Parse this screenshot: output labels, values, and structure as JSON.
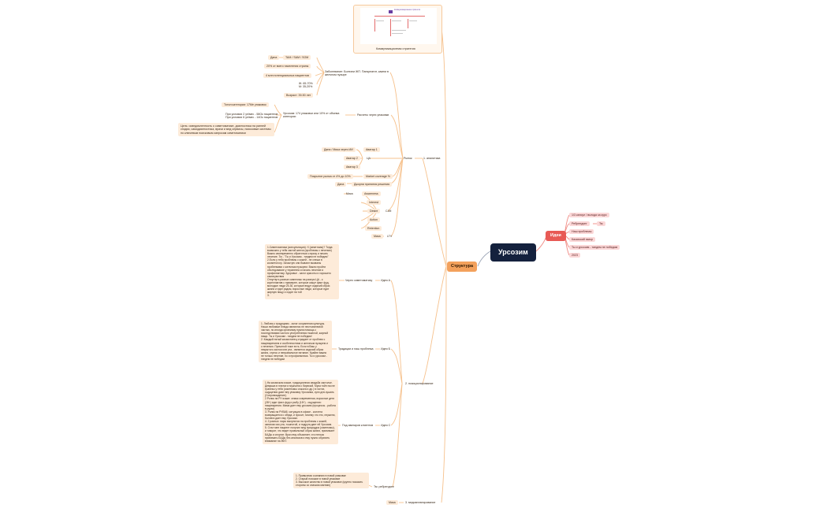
{
  "root": "Урсозим",
  "structure": "Структура",
  "ideas": {
    "label": "Идеи",
    "items": [
      "1/3 капсул / выгода за курс",
      "Ребрендинг",
      "Тм",
      "Наш проблемы",
      "Казахский юмор",
      "Ты и урсозим - тандем не победим",
      "2023"
    ]
  },
  "strategy": {
    "caption": "Коммуникационная стратегия",
    "thumb_title": "Коммуникационная стратегия"
  },
  "analytics": {
    "label": "1. аналитика",
    "market": "Рынок",
    "disease": "Заболевание: Болезни ЖП. Панкреатит, камни в желчном пузыре",
    "dana": "Дана",
    "tam": "TAM / SAM / SOM",
    "percent_pop": "20% от всего населения страны",
    "four_mln": "4 млн потенциальных пациентов",
    "gender": "Ж: 65-70%\nМ: 35-20%",
    "age": "Возраст: 39-50 лет",
    "calc": "Расчеты через упаковки",
    "total_cat": "Тотал категории: 17Ме упаковок",
    "ursozim_share": "Урсозим: 174 упаковки или 10% от объема категории",
    "patients": "При условии 2 уп/мес - 58Ок пациентов\nПри условии 6 уп/мес - 14Ок пациентов",
    "goals": "Цель: осведомленность о симптоматике, диагностика на ранней стадии, самодиагностика, врачи и мед сервисы, поисковые системы по ключевым поисковым запросам симптоматики",
    "ca": "ЦА",
    "dana_mika": "Дана / Мика через ИИ",
    "avatar1": "Аватар 1",
    "avatar2": "Аватар 2",
    "avatar3": "Аватар 3",
    "coverage": "Покрытие рынка от 4% до 10%",
    "market_cov": "Market coverage %",
    "dana2": "Дана",
    "journey": "Джорни принятия решения",
    "cjm": "CJM",
    "mika1": "Мика",
    "awareness": "Awareness",
    "interest": "Interest",
    "desire": "Desire",
    "action": "Action",
    "retention": "Retention",
    "mika2": "Мика",
    "ltv": "LTV"
  },
  "positioning": {
    "label": "2. позиционирование",
    "idea_a": "Идея A",
    "idea_b": "Идея Б",
    "idea_c": "Идея С",
    "via_symptoms": "Через симптоматику",
    "traditions": "Традиции и наш проблема",
    "via_avatars": "Под аватаров клиентов",
    "rebrand": "Тм: ребрендинг",
    "text_a": "1.Симптоматика (консультация): Х (симптомы)? Тогда возможно у тебя застой желчи (проблемы с печенью) Важно своевременно обратиться к врачу и начать лечение. Тм - \"Ты и Урсозим - тандем не победим\"\n2.Если у тебя проблемы с кожей - не спеши в косметологу. Зачастую они бывают вызваны проблемами с желчным пузырем. Важно пройти обследование у терапевта и начать лечение и профилактику. Здоровье - залог красоты и хорошего самочувствия\nОтпугнуть разные симптомы на разную ЦА - к кореллиатив с примерне, которые кажут факт фуд, молодые люди 25-30, которые ведут сидячий образ жизни и едят рядом, взрослые люди, которые едят жирную пищу и ходят на той\n3.",
    "text_b": "1. Любовь к традициям - залог сохранения культуры. Наши любимые блюда являются не неотъемлемой частью, но иногда организму нужна помощь с последствиями частого употребления тяжелой, жирной пищи. Ты и Урсозим - тандем не победим!\n2. Каждый пятый казахстанец страдает от проблем с пищеварением и особенностями и желчным пузырем и с печенью. Причиной тоже есть. Если в Ваш у некрытого застоя или рта - является сидячий образ жизни, стресс и неправильное питание. Крайне важно не только лечение, но и профилактика. Ты и урсозим - тандем не победим",
    "text_c": "1.На казахском языке, традиционная свадьба застолье. Девушка в платье и мужчина с бирюзой. Мука тойн после трапезы у тебя (симптомы: изжога и др.) в гостях, ощущения дают вну упаковку Урсозима, супэ для кушать (Сопровождение).\n2.Ролик на РУ языке: семья современная, взрослые дети (28+) едят фаст-фуд и рыбу (18+) - ощущения: пищеварения. Мама дает ему урсозим (процессы - работа в руках)\n3. Ролик на РУВАБ: ситуация в офисе - коллега возвращается с обеда, и просит, почему что это, неужели, Коллега дает ему Урсозим.\n4. 2 разных: пары вылупится на проблемы с кожей, запахом изо рта, тошнотой, и подруга дает ей Урсозим.\n5. Стал мне пациент получил мед процедура (симптомы), и говорит, что ведет правильный образ жизни, принимает БАДы и спортит. Врач ему объясняет, что нельзя принимать БАДы без анализов и ему нужно обратить внимание на ЖКТ.",
    "text_rebrand": "1. Привычная сознанию в новой упаковке\n2. Старый похожие в новой упаковке\n3. Высокое качество в новой упаковке (крупно показать стороны со значком магнию)",
    "mika": "Мика",
    "media": "3. медиапланирование"
  }
}
